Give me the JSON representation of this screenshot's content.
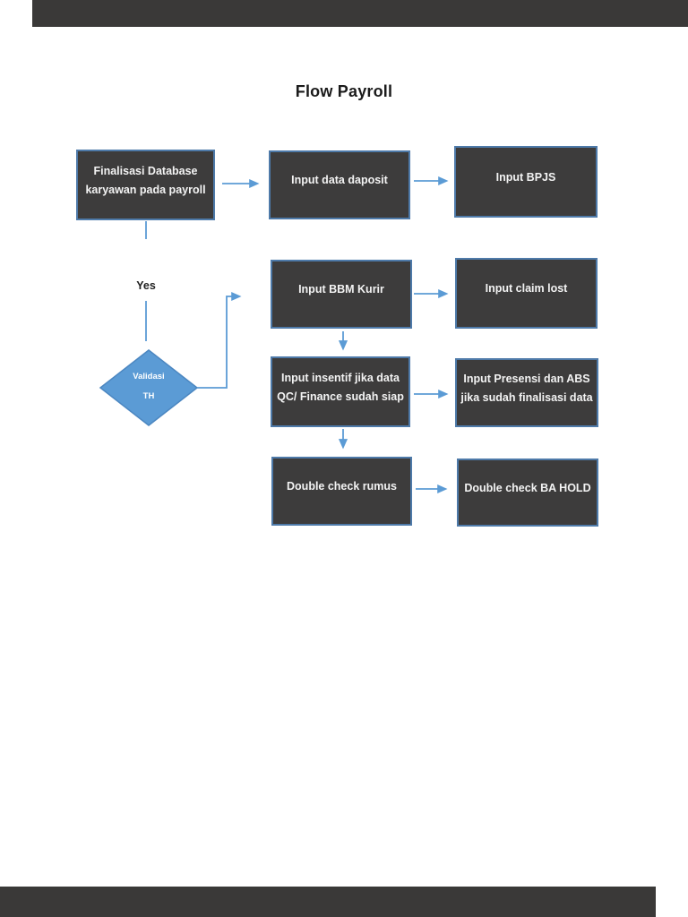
{
  "document": {
    "title": "Flow Payroll"
  },
  "nodes": {
    "finalisasi": "Finalisasi Database karyawan pada payroll",
    "daposit": "Input data daposit",
    "bpjs": "Input BPJS",
    "bbm": "Input BBM Kurir",
    "claim": "Input claim lost",
    "insentif": "Input insentif jika data QC/ Finance sudah siap",
    "presensi": "Input Presensi dan ABS jika sudah finalisasi data",
    "rumus": "Double check rumus",
    "bahold": "Double check BA HOLD"
  },
  "decision": {
    "line1": "Validasi",
    "line2": "TH"
  },
  "edge_labels": {
    "yes": "Yes"
  },
  "colors": {
    "node_fill": "#3d3c3c",
    "node_border": "#4e7aa9",
    "node_text": "#f3f3f3",
    "arrow": "#5b9bd5",
    "decision_fill": "#5b9bd5",
    "decision_border": "#4c87c1",
    "letterbox": "#3a3938",
    "page_background": "#ffffff",
    "title_text": "#1b1b1b"
  }
}
